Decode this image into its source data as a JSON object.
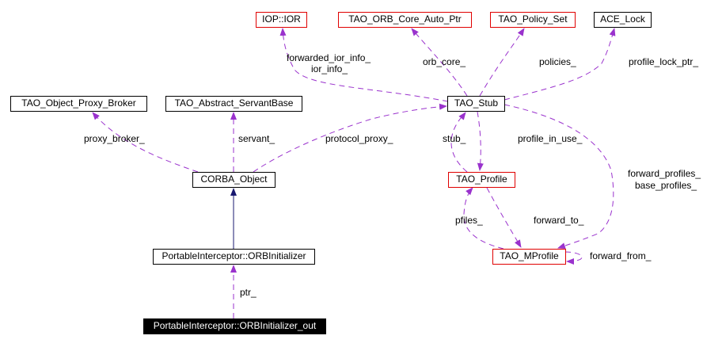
{
  "diagram": {
    "type": "collaboration-graph",
    "colors": {
      "usage_edge": "#9a32cd",
      "inheritance_edge": "#191970",
      "undocumented_border": "#e00000",
      "documented_border": "#000000",
      "focus_fill": "#000000"
    },
    "nodes": {
      "iop_ior": "IOP::IOR",
      "orb_core_auto_ptr": "TAO_ORB_Core_Auto_Ptr",
      "policy_set": "TAO_Policy_Set",
      "ace_lock": "ACE_Lock",
      "object_proxy_broker": "TAO_Object_Proxy_Broker",
      "abstract_servant_base": "TAO_Abstract_ServantBase",
      "tao_stub": "TAO_Stub",
      "corba_object": "CORBA_Object",
      "tao_profile": "TAO_Profile",
      "orb_initializer": "PortableInterceptor::ORBInitializer",
      "tao_mprofile": "TAO_MProfile",
      "orb_initializer_out": "PortableInterceptor::ORBInitializer_out"
    },
    "edge_labels": {
      "forwarded_ior_info": "forwarded_ior_info_",
      "ior_info": "ior_info_",
      "orb_core": "orb_core_",
      "policies": "policies_",
      "profile_lock_ptr": "profile_lock_ptr_",
      "proxy_broker": "proxy_broker_",
      "servant": "servant_",
      "protocol_proxy": "protocol_proxy_",
      "stub": "stub_",
      "profile_in_use": "profile_in_use_",
      "forward_profiles": "forward_profiles_",
      "base_profiles": "base_profiles_",
      "pfiles": "pfiles_",
      "forward_to": "forward_to_",
      "forward_from": "forward_from_",
      "ptr": "ptr_"
    }
  }
}
